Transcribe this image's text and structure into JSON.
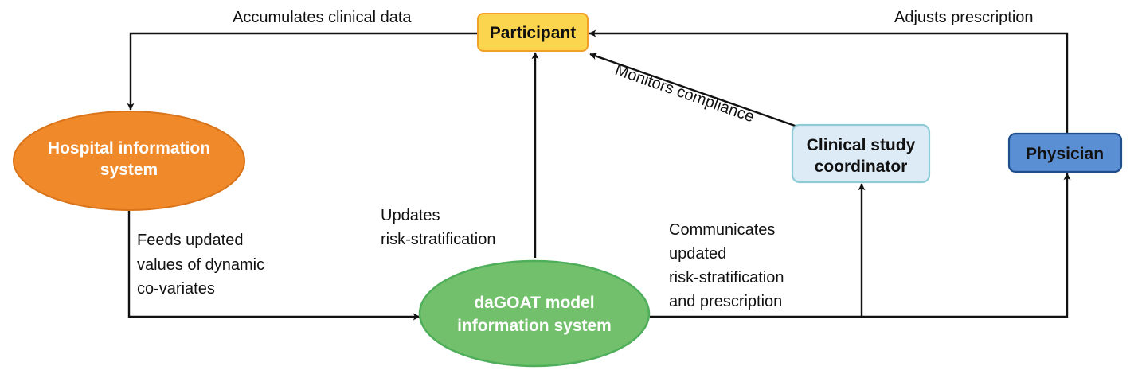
{
  "nodes": {
    "participant": {
      "label": "Participant",
      "fill": "#FCD54E",
      "stroke": "#F0A028",
      "shape": "rounded-rect"
    },
    "hospital": {
      "label_lines": [
        "Hospital information",
        "system"
      ],
      "fill": "#F0892A",
      "stroke": "#D9741A",
      "shape": "ellipse"
    },
    "dagoat": {
      "label_lines": [
        "daGOAT model",
        "information system"
      ],
      "fill": "#73C06C",
      "stroke": "#4FAE5A",
      "shape": "ellipse"
    },
    "coordinator": {
      "label_lines": [
        "Clinical study",
        "coordinator"
      ],
      "fill": "#DDEBF7",
      "stroke": "#8FCBD7",
      "shape": "rounded-rect"
    },
    "physician": {
      "label": "Physician",
      "fill": "#5B8FD3",
      "stroke": "#1F4E8C",
      "shape": "rounded-rect"
    }
  },
  "edges": {
    "accumulates": {
      "label": "Accumulates clinical data",
      "from": "participant",
      "to": "hospital"
    },
    "feeds": {
      "label_lines": [
        "Feeds updated",
        "values of dynamic",
        "co-variates"
      ],
      "from": "hospital",
      "to": "dagoat"
    },
    "updates": {
      "label_lines": [
        "Updates",
        "risk-stratification"
      ],
      "from": "dagoat",
      "to": "participant"
    },
    "communicates": {
      "label_lines": [
        "Communicates",
        "updated",
        "risk-stratification",
        "and prescription"
      ],
      "from": "dagoat",
      "to": [
        "coordinator",
        "physician"
      ]
    },
    "monitors": {
      "label": "Monitors compliance",
      "from": "coordinator",
      "to": "participant"
    },
    "adjusts": {
      "label": "Adjusts prescription",
      "from": "physician",
      "to": "participant"
    }
  },
  "colors": {
    "edge": "#111111",
    "text": "#111111",
    "node_text_light": "#FFFFFF"
  }
}
